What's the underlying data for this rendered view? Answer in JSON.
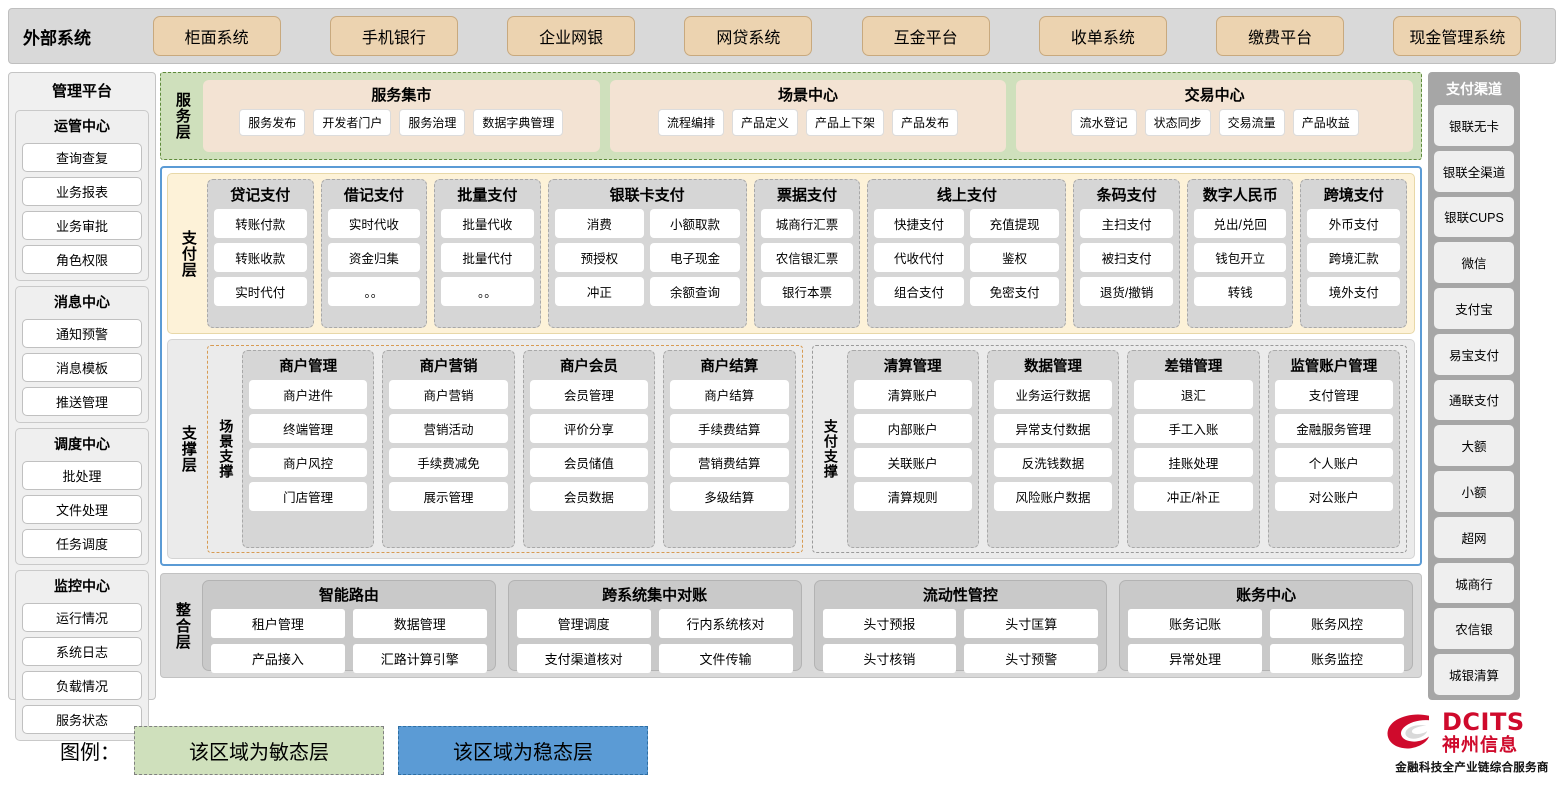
{
  "external": {
    "title": "外部系统",
    "items": [
      "柜面系统",
      "手机银行",
      "企业网银",
      "网贷系统",
      "互金平台",
      "收单系统",
      "缴费平台",
      "现金管理系统"
    ]
  },
  "management": {
    "title": "管理平台",
    "groups": [
      {
        "title": "运管中心",
        "items": [
          "查询查复",
          "业务报表",
          "业务审批",
          "角色权限"
        ]
      },
      {
        "title": "消息中心",
        "items": [
          "通知预警",
          "消息模板",
          "推送管理"
        ]
      },
      {
        "title": "调度中心",
        "items": [
          "批处理",
          "文件处理",
          "任务调度"
        ]
      },
      {
        "title": "监控中心",
        "items": [
          "运行情况",
          "系统日志",
          "负载情况",
          "服务状态"
        ]
      }
    ]
  },
  "service_layer": {
    "label": "服务层",
    "groups": [
      {
        "title": "服务集市",
        "items": [
          "服务发布",
          "开发者门户",
          "服务治理",
          "数据字典管理"
        ]
      },
      {
        "title": "场景中心",
        "items": [
          "流程编排",
          "产品定义",
          "产品上下架",
          "产品发布"
        ]
      },
      {
        "title": "交易中心",
        "items": [
          "流水登记",
          "状态同步",
          "交易流量",
          "产品收益"
        ]
      }
    ]
  },
  "payment_layer": {
    "label": "支付层",
    "columns": [
      {
        "title": "贷记支付",
        "cols": 1,
        "items": [
          "转账付款",
          "转账收款",
          "实时代付"
        ]
      },
      {
        "title": "借记支付",
        "cols": 1,
        "items": [
          "实时代收",
          "资金归集",
          "。。"
        ]
      },
      {
        "title": "批量支付",
        "cols": 1,
        "items": [
          "批量代收",
          "批量代付",
          "。。"
        ]
      },
      {
        "title": "银联卡支付",
        "cols": 2,
        "items": [
          "消费",
          "小额取款",
          "预授权",
          "电子现金",
          "冲正",
          "余额查询"
        ]
      },
      {
        "title": "票据支付",
        "cols": 1,
        "items": [
          "城商行汇票",
          "农信银汇票",
          "银行本票"
        ]
      },
      {
        "title": "线上支付",
        "cols": 2,
        "items": [
          "快捷支付",
          "充值提现",
          "代收代付",
          "鉴权",
          "组合支付",
          "免密支付"
        ]
      },
      {
        "title": "条码支付",
        "cols": 1,
        "items": [
          "主扫支付",
          "被扫支付",
          "退货/撤销"
        ]
      },
      {
        "title": "数字人民币",
        "cols": 1,
        "items": [
          "兑出/兑回",
          "钱包开立",
          "转钱"
        ]
      },
      {
        "title": "跨境支付",
        "cols": 1,
        "items": [
          "外币支付",
          "跨境汇款",
          "境外支付"
        ]
      }
    ]
  },
  "support_layer": {
    "label": "支撑层",
    "blocks": [
      {
        "label": "场景支撑",
        "columns": [
          {
            "title": "商户管理",
            "items": [
              "商户进件",
              "终端管理",
              "商户风控",
              "门店管理"
            ]
          },
          {
            "title": "商户营销",
            "items": [
              "商户营销",
              "营销活动",
              "手续费减免",
              "展示管理"
            ]
          },
          {
            "title": "商户会员",
            "items": [
              "会员管理",
              "评价分享",
              "会员储值",
              "会员数据"
            ]
          },
          {
            "title": "商户结算",
            "items": [
              "商户结算",
              "手续费结算",
              "营销费结算",
              "多级结算"
            ]
          }
        ]
      },
      {
        "label": "支付支撑",
        "columns": [
          {
            "title": "清算管理",
            "items": [
              "清算账户",
              "内部账户",
              "关联账户",
              "清算规则"
            ]
          },
          {
            "title": "数据管理",
            "items": [
              "业务运行数据",
              "异常支付数据",
              "反洗钱数据",
              "风险账户数据"
            ]
          },
          {
            "title": "差错管理",
            "items": [
              "退汇",
              "手工入账",
              "挂账处理",
              "冲正/补正"
            ]
          },
          {
            "title": "监管账户管理",
            "items": [
              "支付管理",
              "金融服务管理",
              "个人账户",
              "对公账户"
            ]
          }
        ]
      }
    ]
  },
  "integration_layer": {
    "label": "整合层",
    "cards": [
      {
        "title": "智能路由",
        "items": [
          "租户管理",
          "数据管理",
          "产品接入",
          "汇路计算引擎"
        ]
      },
      {
        "title": "跨系统集中对账",
        "items": [
          "管理调度",
          "行内系统核对",
          "支付渠道核对",
          "文件传输"
        ]
      },
      {
        "title": "流动性管控",
        "items": [
          "头寸预报",
          "头寸匡算",
          "头寸核销",
          "头寸预警"
        ]
      },
      {
        "title": "账务中心",
        "items": [
          "账务记账",
          "账务风控",
          "异常处理",
          "账务监控"
        ]
      }
    ]
  },
  "channels": {
    "title": "支付渠道",
    "items": [
      "银联无卡",
      "银联全渠道",
      "银联CUPS",
      "微信",
      "支付宝",
      "易宝支付",
      "通联支付",
      "大额",
      "小额",
      "超网",
      "城商行",
      "农信银",
      "城银清算"
    ]
  },
  "legend": {
    "label": "图例：",
    "agile": "该区域为敏态层",
    "stable": "该区域为稳态层",
    "agile_color": "#cfe0bc",
    "stable_color": "#5b9bd5"
  },
  "logo": {
    "en": "DCITS",
    "cn": "神州信息",
    "tagline": "金融科技全产业链综合服务商",
    "color": "#cf0a2c"
  }
}
